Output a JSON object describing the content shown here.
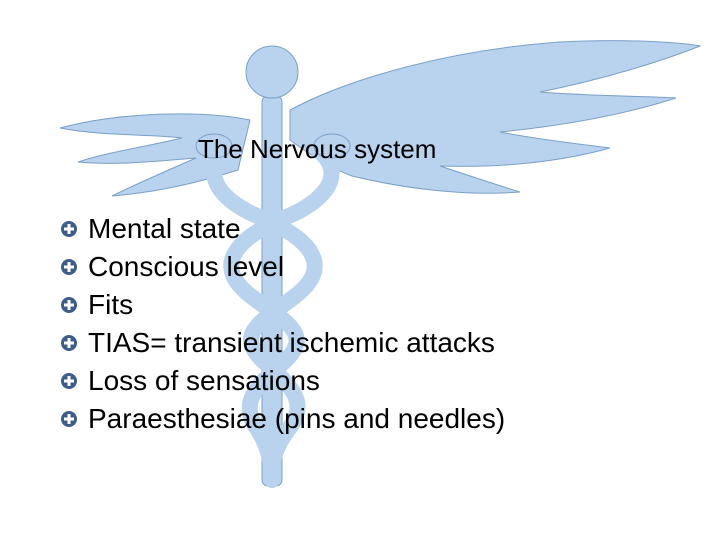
{
  "slide": {
    "title": "The Nervous system",
    "bullets": [
      "Mental state",
      "Conscious level",
      "Fits",
      "TIAS= transient ischemic attacks",
      "Loss of sensations",
      "Paraesthesiae (pins and needles)"
    ],
    "bullet_icon": "circled-plus-icon",
    "background_image": "caduceus-watermark",
    "colors": {
      "watermark_fill": "#b9d3ee",
      "watermark_dark": "#7a9fc8",
      "bullet_icon": "#3c5d8a",
      "text": "#000000"
    }
  }
}
